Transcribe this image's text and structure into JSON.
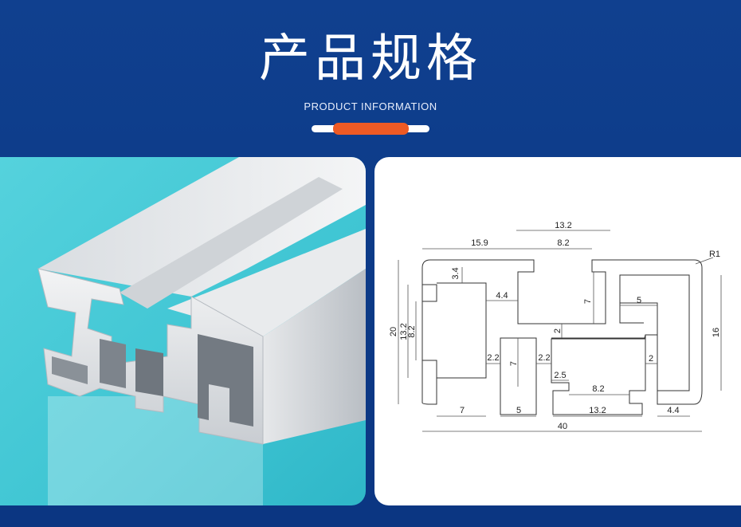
{
  "header": {
    "title": "产品规格",
    "subtitle": "PRODUCT INFORMATION"
  },
  "colors": {
    "background": "#0d3a8a",
    "accent": "#ee5a24",
    "panel": "#ffffff",
    "photo_bg": "#3fc9d6"
  },
  "drawing": {
    "dimensions": {
      "d_15_9": "15.9",
      "d_13_2_top": "13.2",
      "d_8_2_top": "8.2",
      "d_r1": "R1",
      "d_3_4": "3.4",
      "d_4_4_mid": "4.4",
      "d_7_mid": "7",
      "d_5_right": "5",
      "d_2_mid": "2",
      "d_16": "16",
      "d_20": "20",
      "d_13_2_left": "13.2",
      "d_8_2_left": "8.2",
      "d_2_2_a": "2.2",
      "d_7_slot": "7",
      "d_2_2_b": "2.2",
      "d_2_right": "2",
      "d_2_5": "2.5",
      "d_8_2_bottom": "8.2",
      "d_7_bottom": "7",
      "d_5_bottom": "5",
      "d_13_2_bottom": "13.2",
      "d_4_4_bottom": "4.4",
      "d_40": "40"
    }
  }
}
